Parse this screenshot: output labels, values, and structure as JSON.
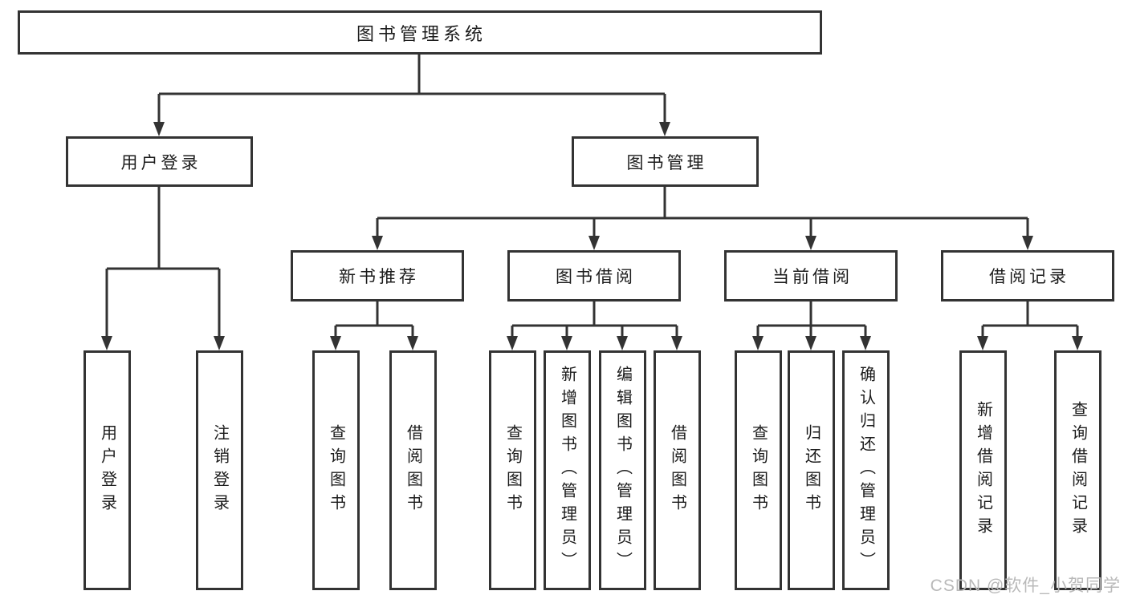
{
  "diagram": {
    "root": {
      "label": "图书管理系统"
    },
    "level2": [
      {
        "label": "用户登录"
      },
      {
        "label": "图书管理"
      }
    ],
    "level3": [
      {
        "label": "新书推荐"
      },
      {
        "label": "图书借阅"
      },
      {
        "label": "当前借阅"
      },
      {
        "label": "借阅记录"
      }
    ],
    "level4_groups": [
      {
        "parent": "用户登录",
        "children": [
          {
            "label": "用户登录"
          },
          {
            "label": "注销登录"
          }
        ]
      },
      {
        "parent": "新书推荐",
        "children": [
          {
            "label": "查询图书"
          },
          {
            "label": "借阅图书"
          }
        ]
      },
      {
        "parent": "图书借阅",
        "children": [
          {
            "label": "查询图书"
          },
          {
            "label": "新增图书（管理员）"
          },
          {
            "label": "编辑图书（管理员）"
          },
          {
            "label": "借阅图书"
          }
        ]
      },
      {
        "parent": "当前借阅",
        "children": [
          {
            "label": "查询图书"
          },
          {
            "label": "归还图书"
          },
          {
            "label": "确认归还（管理员）"
          }
        ]
      },
      {
        "parent": "借阅记录",
        "children": [
          {
            "label": "新增借阅记录"
          },
          {
            "label": "查询借阅记录"
          }
        ]
      }
    ]
  },
  "colors": {
    "line": "#333333",
    "text": "#1c1c1c",
    "watermark": "#b9b9b9",
    "background": "#ffffff"
  },
  "watermark": {
    "text": "CSDN @软件_小贺同学"
  }
}
